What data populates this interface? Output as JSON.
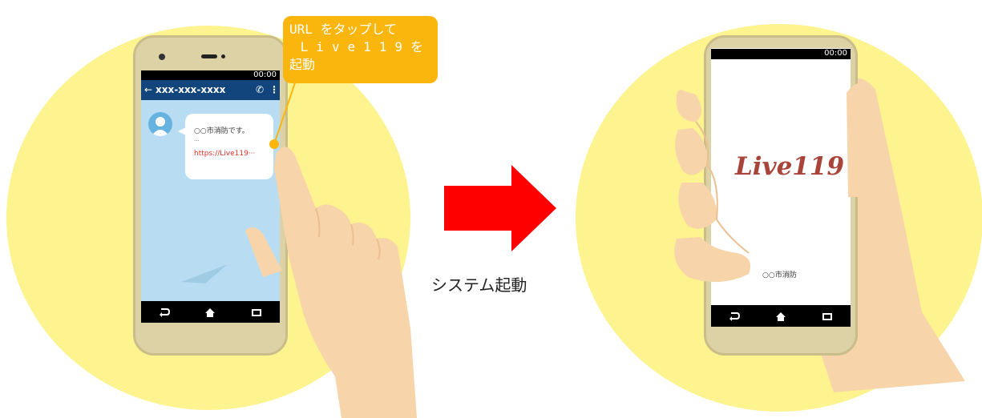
{
  "colors": {
    "circle": "#fdf38f",
    "phone_body": "#ddd2a6",
    "callout_bg": "#fbb60d",
    "arrow": "#ff0000",
    "chat_bg": "#b8ddf2",
    "link": "#e8312a",
    "logo": "#a8443a",
    "hand": "#f8d4aa"
  },
  "left_phone": {
    "status_time": "00:00",
    "header_number": "xxx-xxx-xxxx",
    "message_line1": "○○市消防です。",
    "message_line2": "...",
    "message_link": "https://Live119···",
    "nav_icons": [
      "back-icon",
      "home-icon",
      "recent-apps-icon"
    ]
  },
  "callout": {
    "line1": "URL をタップして",
    "line2": "Live119を",
    "line3": "起動"
  },
  "middle": {
    "arrow_icon": "right-arrow-icon",
    "caption": "システム起動"
  },
  "right_phone": {
    "status_time": "00:00",
    "logo": "Live119",
    "org_name": "○○市消防",
    "nav_icons": [
      "back-icon",
      "home-icon",
      "recent-apps-icon"
    ]
  }
}
